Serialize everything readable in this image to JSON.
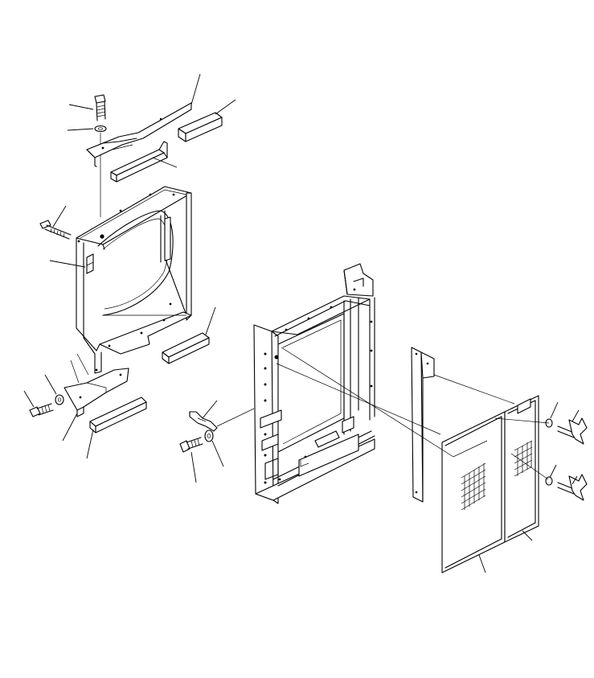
{
  "diagram": {
    "type": "exploded-parts-view",
    "background": "#ffffff",
    "line_color": "#000000",
    "parts": [
      "fan-shroud",
      "top-bracket-plate",
      "top-seal-strip-upper",
      "top-seal-strip-lower",
      "top-bolt",
      "top-washer",
      "side-bolt",
      "side-clip",
      "bottom-bracket-plate",
      "bottom-seal-strip",
      "bottom-bolt",
      "bottom-washer",
      "shroud-side-seal",
      "radiator-frame",
      "frame-clamp",
      "clamp-bolt",
      "clamp-washer",
      "side-panel-strip",
      "mesh-grille-door-left",
      "mesh-grille-door-right",
      "wing-bolt-upper",
      "wing-washer-upper",
      "wing-bolt-lower",
      "wing-washer-lower"
    ]
  }
}
